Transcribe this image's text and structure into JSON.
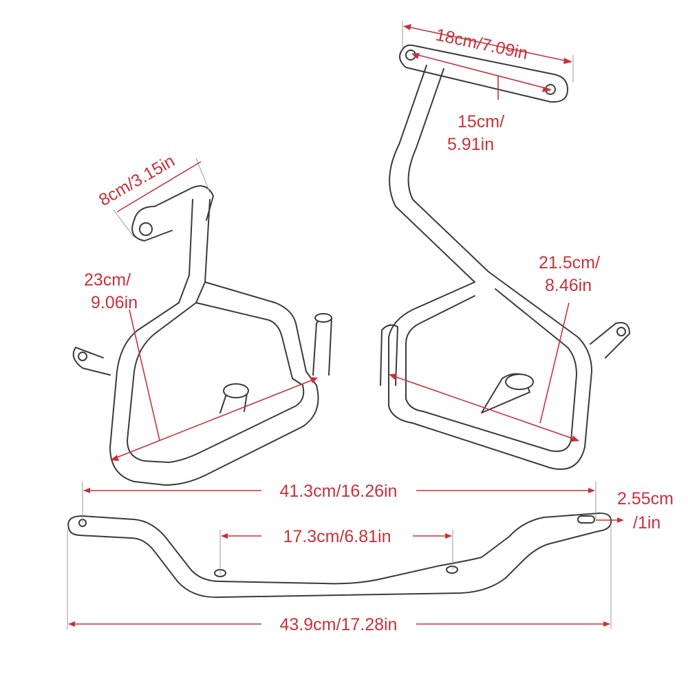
{
  "dimensions": {
    "top_plate_length": "18cm/7.09in",
    "riser_height_line1": "15cm/",
    "riser_height_line2": "5.91in",
    "left_tab_length": "8cm/3.15in",
    "left_frame_height_line1": "23cm/",
    "left_frame_height_line2": "9.06in",
    "right_frame_height_line1": "21.5cm/",
    "right_frame_height_line2": "8.46in",
    "bar_hole_span": "41.3cm/16.26in",
    "bar_end_width_line1": "2.55cm",
    "bar_end_width_line2": "/1in",
    "bar_center_hole_span": "17.3cm/6.81in",
    "bar_total_length": "43.9cm/17.28in"
  },
  "colors": {
    "dimension_red": "#c8313a",
    "outline_gray": "#3a3a3a"
  }
}
